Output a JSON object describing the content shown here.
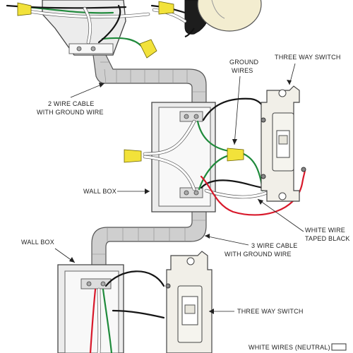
{
  "labels": {
    "three_way_switch_top": "THREE WAY SWITCH",
    "ground_wires_line1": "GROUND",
    "ground_wires_line2": "WIRES",
    "two_wire_cable_line1": "2 WIRE CABLE",
    "two_wire_cable_line2": "WITH GROUND WIRE",
    "wall_box_middle": "WALL BOX",
    "white_wire_taped_line1": "WHITE WIRE",
    "white_wire_taped_line2": "TAPED BLACK",
    "three_wire_cable_line1": "3 WIRE CABLE",
    "three_wire_cable_line2": "WITH GROUND WIRE",
    "wall_box_bottom": "WALL BOX",
    "three_way_switch_bottom": "THREE WAY SWITCH",
    "legend_white_neutral": "WHITE WIRES (NEUTRAL)"
  },
  "colors": {
    "hot_wire": "#151515",
    "neutral_wire": "#ffffff",
    "traveler_wire": "#d8192b",
    "ground_wire": "#1f8a3b",
    "wire_nut": "#f2e23a",
    "conduit": "#cfcfcf"
  },
  "icons": [
    "light-bulb-icon",
    "wire-nut-icon",
    "switch-icon",
    "wall-box-icon"
  ]
}
